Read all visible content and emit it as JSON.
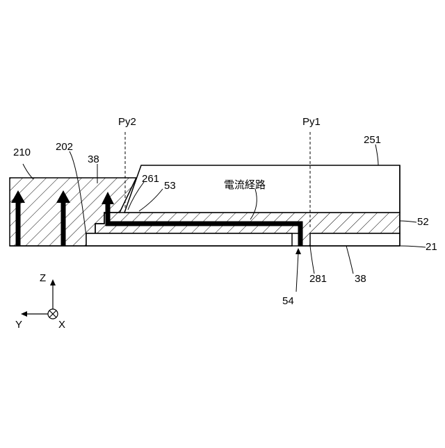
{
  "labels": {
    "py2": "Py2",
    "py1": "Py1",
    "l210": "210",
    "l202": "202",
    "l38_top": "38",
    "l261": "261",
    "l53": "53",
    "current_path": "電流経路",
    "l251": "251",
    "l52": "52",
    "l21": "21",
    "l38_bottom": "38",
    "l281": "281",
    "l54": "54"
  },
  "axes": {
    "z": "Z",
    "y": "Y",
    "x": "X"
  }
}
